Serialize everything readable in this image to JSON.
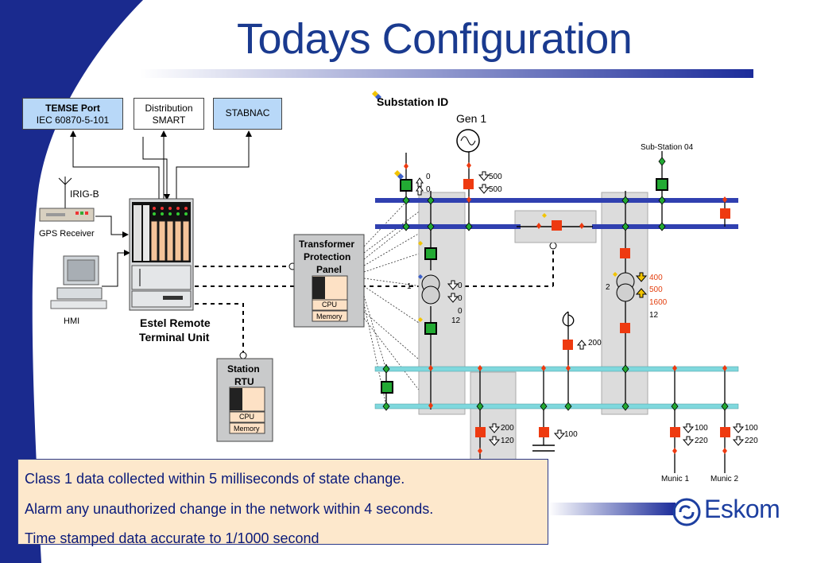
{
  "title": "Todays Configuration",
  "boxes": {
    "temse_title": "TEMSE Port",
    "temse_sub": "IEC 60870-5-101",
    "distribution_line1": "Distribution",
    "distribution_line2": "SMART",
    "stabnac": "STABNAC"
  },
  "left": {
    "irig": "IRIG-B",
    "gps": "GPS Receiver",
    "hmi": "HMI",
    "rtu_line1": "Estel Remote",
    "rtu_line2": "Terminal Unit"
  },
  "panels": {
    "tpp_line1": "Transformer",
    "tpp_line2": "Protection",
    "tpp_line3": "Panel",
    "cpu": "CPU",
    "memory": "Memory",
    "station_line1": "Station",
    "station_line2": "RTU"
  },
  "substation": {
    "id_label": "Substation ID",
    "gen": "Gen 1",
    "sub04": "Sub-Station 04",
    "munic1": "Munic 1",
    "munic2": "Munic 2",
    "v0a": "0",
    "v0b": "0",
    "v500a": "500",
    "v500b": "500",
    "t1_num": "1",
    "t1_v1": "0",
    "t1_v2": "0",
    "t1_v3": "0",
    "t1_v4": "12",
    "t2_num": "2",
    "t2_v1": "400",
    "t2_v2": "500",
    "t2_v3": "1600",
    "t2_v4": "12",
    "v200_top": "200",
    "f1_v1": "200",
    "f1_v2": "120",
    "f2_v1": "100",
    "m1_v1": "100",
    "m1_v2": "220",
    "m2_v1": "100",
    "m2_v2": "220"
  },
  "notes": [
    "Class 1 data collected within 5 milliseconds of state change.",
    "Alarm any unauthorized change in the network within 4 seconds.",
    "Time stamped data accurate to 1/1000 second"
  ],
  "logo_text": "Eskom",
  "colors": {
    "title": "#1a3a8f",
    "busbar_blue": "#3040b0",
    "busbar_cyan": "#7fd8dd",
    "breaker_red": "#ee3a10",
    "breaker_green": "#22aa33",
    "note_bg": "#fde8cc"
  }
}
